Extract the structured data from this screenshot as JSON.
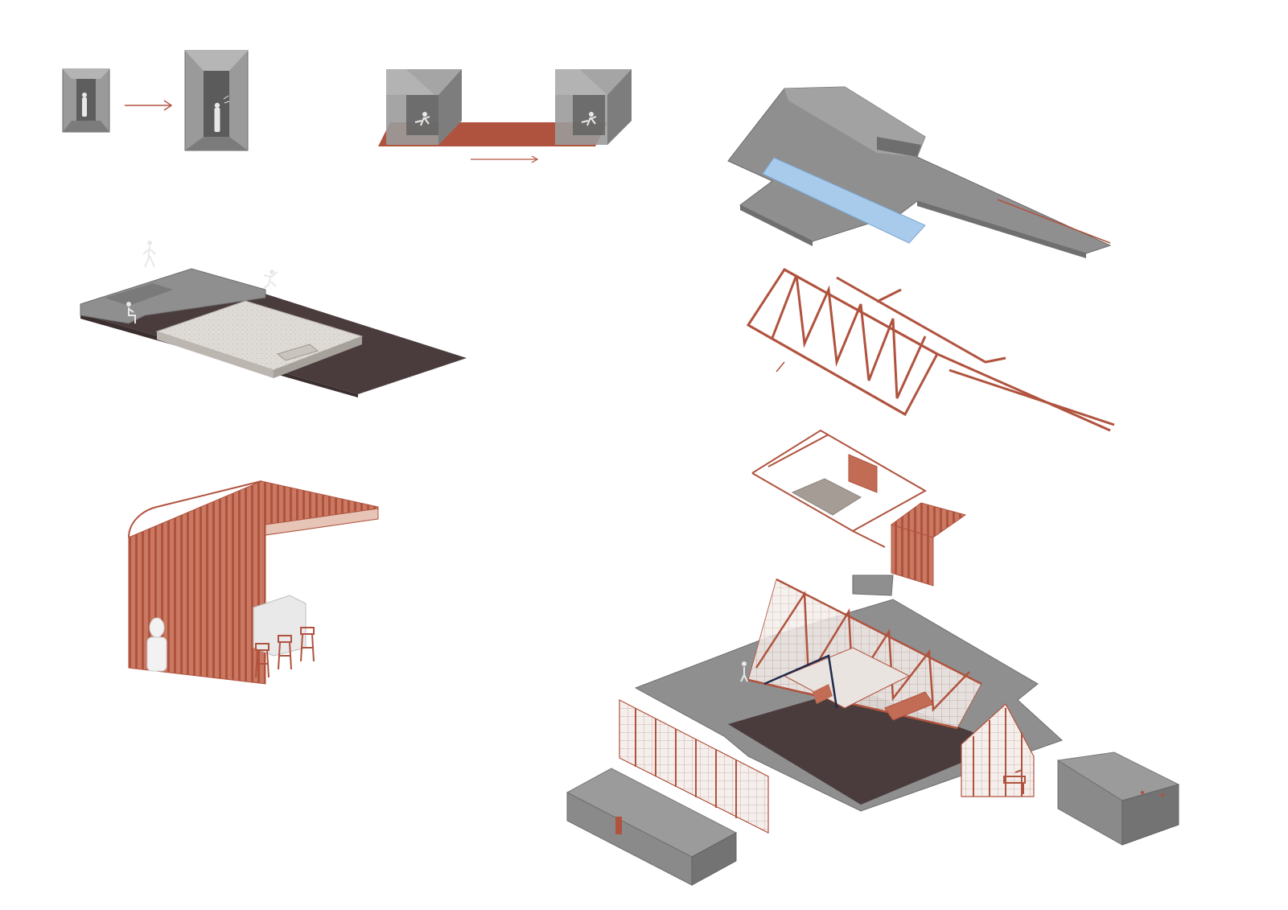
{
  "colors": {
    "background": "#ffffff",
    "concrete_light": "#a4a4a4",
    "concrete_mid": "#8e8e8e",
    "concrete_dark": "#727272",
    "concrete_top": "#8f8f8f",
    "terracotta": "#b0533e",
    "terracotta_light": "#c97862",
    "dark_floor": "#4a3c3c",
    "sand": "#dedad5",
    "water": "#a8cbec",
    "navy": "#1e2a4a",
    "figure": "#e8e8e8"
  },
  "diagram": {
    "panels": [
      {
        "name": "enclosure-expansion",
        "icons": [
          "person-figure",
          "arrow-right-icon",
          "person-figure"
        ]
      },
      {
        "name": "connected-volumes",
        "icons": [
          "running-figure",
          "arrow-right-icon",
          "running-figure"
        ]
      },
      {
        "name": "sunken-court",
        "icons": [
          "walking-figure",
          "sitting-figure",
          "jumping-figure"
        ]
      },
      {
        "name": "slatted-canopy",
        "icons": [
          "person-figure",
          "bar-stool-icon"
        ]
      },
      {
        "name": "roof-slab",
        "icons": []
      },
      {
        "name": "truss-frame",
        "icons": []
      },
      {
        "name": "partition-layout",
        "icons": []
      },
      {
        "name": "assembled-building",
        "icons": [
          "walking-figure"
        ]
      }
    ]
  }
}
